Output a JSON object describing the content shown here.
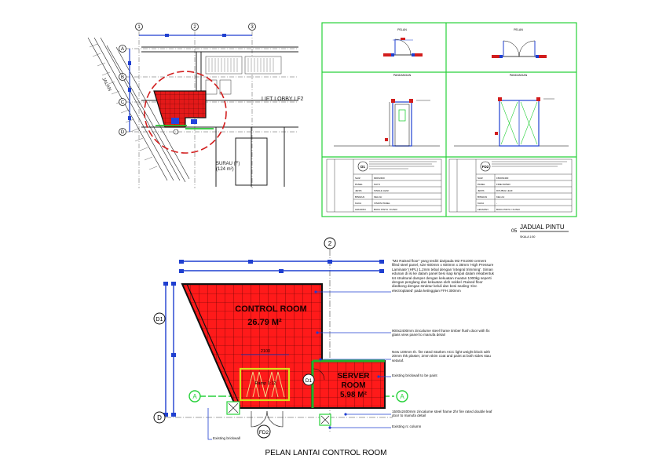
{
  "site_plan": {
    "grid_top": [
      "1",
      "2",
      "3"
    ],
    "grid_left": [
      "A",
      "B",
      "C",
      "D"
    ],
    "lift_lobby": "LIFT LOBBY LF2",
    "surau_label": "SURAU (F)",
    "surau_area": "(124 m²)",
    "jalan_label": "JALAN"
  },
  "schedule": {
    "title": "JADUAL PINTU",
    "number": "05",
    "scale": "SKALA 1:50",
    "pelan": "PELAN",
    "pandangan": "PANDANGAN",
    "d1": {
      "tag": "D1",
      "rows": [
        {
          "k": "SAIZ",
          "v": "900X2400"
        },
        {
          "k": "PANEL",
          "v": "KAYU"
        },
        {
          "k": "JENIS",
          "v": "SINGLE LEAF"
        },
        {
          "k": "BINGKAI",
          "v": "KELULI"
        },
        {
          "k": "KACA",
          "v": "VISION PANEL"
        },
        {
          "k": "LEKAPAN",
          "v": "BUKU PINTU / KUNCI"
        }
      ]
    },
    "fd2": {
      "tag": "FD2",
      "rows": [
        {
          "k": "SAIZ",
          "v": "1500X2400"
        },
        {
          "k": "PANEL",
          "v": "FIRE RATED"
        },
        {
          "k": "JENIS",
          "v": "DOUBLE LEAF"
        },
        {
          "k": "BINGKAI",
          "v": "KELULI"
        },
        {
          "k": "KACA",
          "v": "-"
        },
        {
          "k": "LEKAPAN",
          "v": "BUKU PINTU / KUNCI"
        }
      ]
    }
  },
  "plan": {
    "grid_2": "2",
    "grid_d1": "D1",
    "grid_a": "A",
    "grid_d": "D",
    "control_room": "CONTROL ROOM",
    "control_area": "26.79 M²",
    "server_room": "SERVER",
    "server_room_2": "ROOM",
    "server_area": "5.98 M²",
    "door_d1": "D1",
    "door_fd2": "FD2",
    "ramp": "Ramp 1:12",
    "dim_2100": "2100",
    "title": "PELAN LANTAI CONTROL ROOM"
  },
  "notes": [
    "\"M2 Raised floor\" yang terdiri daripada M2 FS1000 cement filled steel panel, size 600mm x 600mm x 38mm 'High Pressure Laminate' (HPL) 1.2mm tebal dengan 'integral trimming'. Siman edunan di isi ke dalam panel besi siap kimpal dalam rekabentuk 64 struktural damper dengan kekuatan muatan 1000kg seperti dengan penglang dan kekuatan oleh sokkel. Raised floor diedkong dengan struktur keluli dan besi sealing 'zinc electroplated' pada ketinggian FFH 300mm",
    "900x2400mm zincalume steel frame timber flush door with fix glass view panel to manufa detail",
    "New 100mm th. fire rated Starken ACC light weight block with 20mm thk plaster, 2mm skim coat and paint at both sides stau setaraf.",
    "Existing brickwall to be paint",
    "1500x2400mm zincalume steel frame 2hr fire rated double leaf door to manufa detail",
    "Existing rc column",
    "Existing brickwall"
  ]
}
